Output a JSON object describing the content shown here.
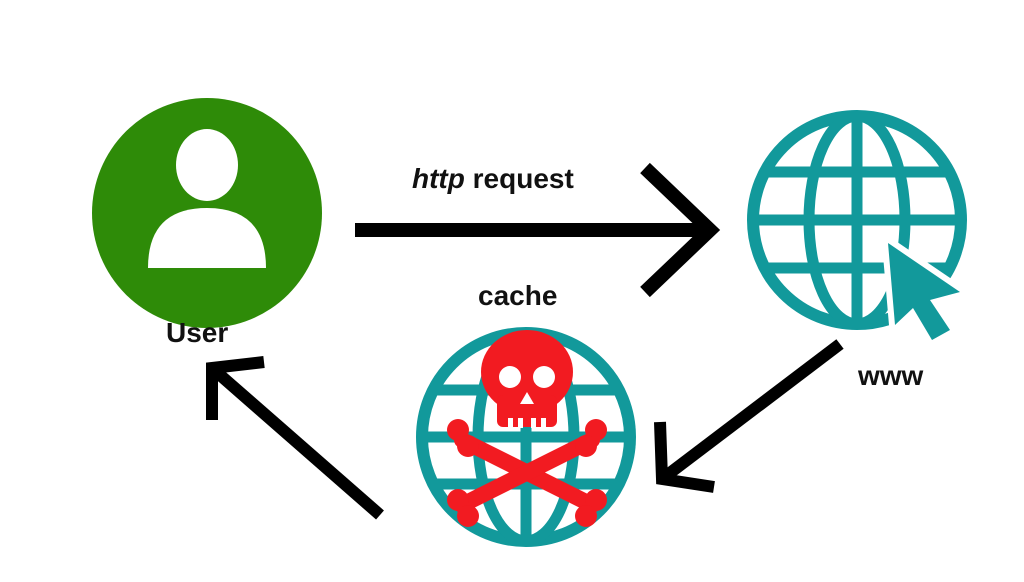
{
  "labels": {
    "request_prefix": "http",
    "request_suffix": " request",
    "user": "User",
    "www": "www",
    "cache": "cache"
  },
  "colors": {
    "user_green": "#2e8b08",
    "globe_teal": "#12999b",
    "skull_red": "#f21b21",
    "arrow_black": "#000000",
    "background": "#ffffff"
  },
  "icons": [
    "user-icon",
    "globe-cursor-icon",
    "poisoned-cache-globe-icon",
    "skull-crossbones-icon"
  ]
}
